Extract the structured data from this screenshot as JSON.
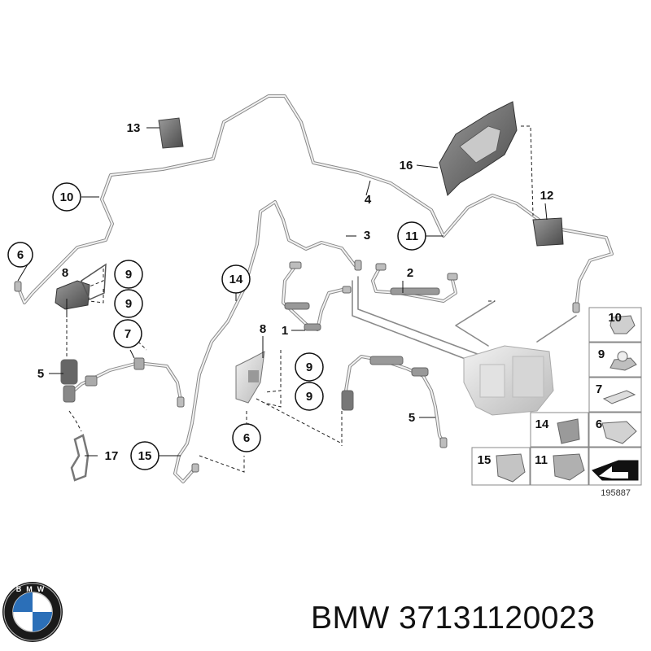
{
  "diagram": {
    "callouts": {
      "c1": "1",
      "c2": "2",
      "c3": "3",
      "c4": "4",
      "c5a": "5",
      "c5b": "5",
      "c6a": "6",
      "c6b": "6",
      "c7": "7",
      "c8a": "8",
      "c8b": "8",
      "c9a": "9",
      "c9b": "9",
      "c9c": "9",
      "c9d": "9",
      "c10": "10",
      "c11": "11",
      "c12": "12",
      "c13": "13",
      "c14": "14",
      "c15": "15",
      "c16": "16",
      "c17": "17"
    },
    "legend": {
      "l10": "10",
      "l9": "9",
      "l7": "7",
      "l14": "14",
      "l6": "6",
      "l15": "15",
      "l11": "11"
    },
    "diagram_number": "195887"
  },
  "brand": {
    "logo_letters": "BMW",
    "caption": "BMW 37131120023"
  }
}
